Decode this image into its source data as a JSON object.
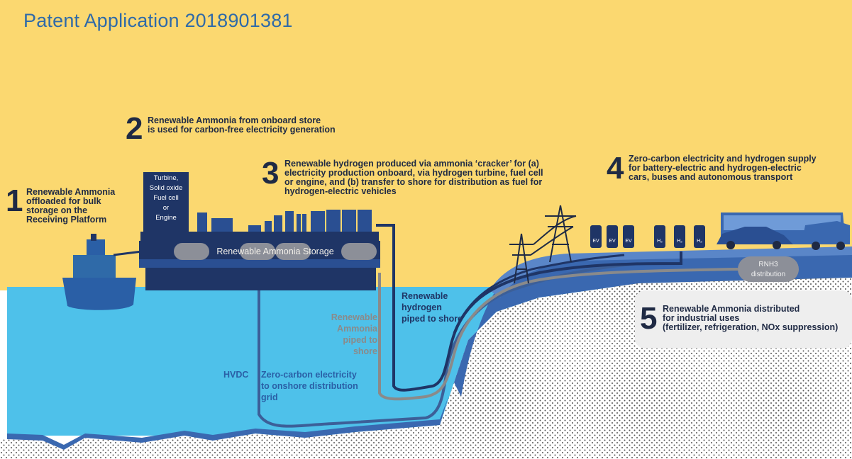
{
  "title": "Patent Application 2018901381",
  "steps": [
    {
      "number": "1",
      "text": "Renewable Ammonia\noffloaded for bulk\nstorage on the\nReceiving Platform"
    },
    {
      "number": "2",
      "text": "Renewable Ammonia from onboard store\nis used for carbon-free electricity generation"
    },
    {
      "number": "3",
      "text": "Renewable hydrogen produced via ammonia ‘cracker’ for (a)\nelectricity production onboard, via hydrogen turbine, fuel cell\nor engine, and (b) transfer to shore for distribution as fuel for\nhydrogen-electric vehicles"
    },
    {
      "number": "4",
      "text": "Zero-carbon electricity and hydrogen supply\nfor battery-electric and hydrogen-electric\ncars, buses and autonomous transport"
    },
    {
      "number": "5",
      "text": "Renewable Ammonia distributed\nfor industrial uses\n(fertilizer, refrigeration, NOx suppression)"
    }
  ],
  "platform": {
    "turbine_label": "Turbine,\nSolid oxide\nFuel cell\nor\nEngine",
    "storage_label": "Renewable Ammonia Storage"
  },
  "pipes": {
    "hydrogen": "Renewable\nhydrogen\npiped to shore",
    "ammonia": "Renewable\nAmmonia\npiped to shore",
    "hvdc": "HVDC",
    "electricity": "Zero-carbon electricity\nto onshore distribution\ngrid"
  },
  "shore": {
    "rnh3_label": "RNH3\ndistribution",
    "ev_badge": "EV",
    "h2_badge": "H₂"
  },
  "colors": {
    "sky": "#fbd870",
    "sea": "#4ec1ea",
    "land": "#3a68b0",
    "dark_navy": "#1f3566",
    "text_dark": "#1f2a44",
    "title_blue": "#2f6aa8",
    "pipe_grey": "#8a8a8a",
    "pipe_label_blue": "#2a5fa6"
  }
}
